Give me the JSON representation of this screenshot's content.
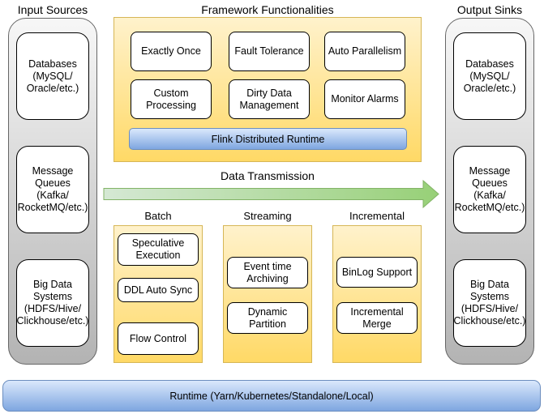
{
  "colors": {
    "yellow_top": "#FFF2CC",
    "yellow_bottom": "#FFD966",
    "yellow_border": "#D6B656",
    "blue_top": "#DAE8FC",
    "blue_bottom": "#7EA6E0",
    "blue_border": "#6C8EBF",
    "gray_top": "#F7F7F7",
    "gray_bottom": "#B3B3B3",
    "gray_border": "#666666",
    "green_start": "#D5E8D4",
    "green_end": "#97D077",
    "green_border": "#82B366"
  },
  "input_sources": {
    "title": "Input Sources",
    "items": [
      "Databases\n(MySQL/\nOracle/etc.)",
      "Message\nQueues\n(Kafka/\nRocketMQ/etc.)",
      "Big Data\nSystems\n(HDFS/Hive/\nClickhouse/etc.)"
    ]
  },
  "output_sinks": {
    "title": "Output Sinks",
    "items": [
      "Databases\n(MySQL/\nOracle/etc.)",
      "Message\nQueues\n(Kafka/\nRocketMQ/etc.)",
      "Big Data\nSystems\n(HDFS/Hive/\nClickhouse/etc.)"
    ]
  },
  "framework": {
    "title": "Framework Functionalities",
    "features": [
      "Exactly Once",
      "Fault Tolerance",
      "Auto Parallelism",
      "Custom\nProcessing",
      "Dirty Data\nManagement",
      "Monitor Alarms"
    ],
    "runtime_bar": "Flink Distributed Runtime"
  },
  "transmission": {
    "label": "Data Transmission"
  },
  "modes": [
    {
      "title": "Batch",
      "items": [
        "Speculative\nExecution",
        "DDL Auto Sync",
        "Flow Control"
      ]
    },
    {
      "title": "Streaming",
      "items": [
        "Event time\nArchiving",
        "Dynamic Partition"
      ]
    },
    {
      "title": "Incremental",
      "items": [
        "BinLog Support",
        "Incremental\nMerge"
      ]
    }
  ],
  "runtime": {
    "label": "Runtime (Yarn/Kubernetes/Standalone/Local)"
  }
}
